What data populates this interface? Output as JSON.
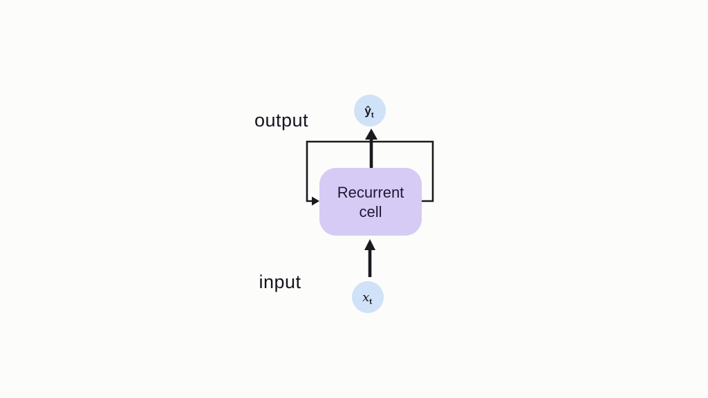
{
  "diagram": {
    "labels": {
      "output": "output",
      "input": "input"
    },
    "cell": {
      "line1": "Recurrent",
      "line2": "cell"
    },
    "nodes": {
      "output": {
        "base": "ŷ",
        "sub": "t"
      },
      "input": {
        "base": "x",
        "sub": "t"
      }
    },
    "colors": {
      "background": "#fcfcfa",
      "cell_fill": "#d5cbf5",
      "node_fill": "#cfe2f7",
      "line": "#1a191e"
    }
  }
}
